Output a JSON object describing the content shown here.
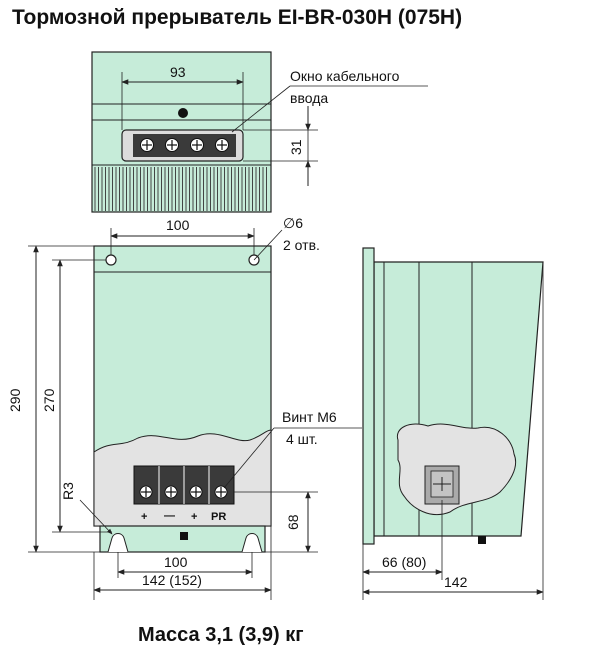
{
  "title": "Тормозной прерыватель  EI-BR-030H (075H)",
  "mass": "Масса 3,1 (3,9) кг",
  "colors": {
    "body_fill": "#c6ecd9",
    "cutout_fill": "#e3e3e3",
    "line": "#222222",
    "terminal_block": "#3a3a3a"
  },
  "top_view": {
    "width_dim": "93",
    "height_dim": "31",
    "cable_window_label_1": "Окно кабельного",
    "cable_window_label_2": "ввода"
  },
  "front_view": {
    "hole_spacing_dim": "100",
    "hole_label_1": "∅6",
    "hole_label_2": "2 отв.",
    "total_height_dim": "290",
    "hole_height_dim": "270",
    "radius_dim": "R3",
    "screw_label_1": "Винт М6",
    "screw_label_2": "4 шт.",
    "terminal_height_dim": "68",
    "bottom_hole_spacing_dim": "100",
    "width_dim": "142 (152)",
    "terminal_labels": [
      "+",
      "—",
      "+",
      "PR"
    ]
  },
  "side_view": {
    "terminal_offset_dim": "66 (80)",
    "depth_dim": "142"
  }
}
